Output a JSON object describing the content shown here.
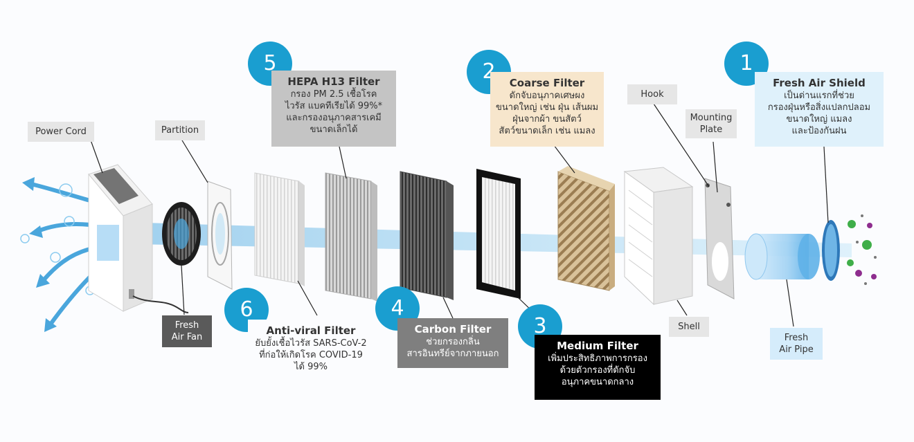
{
  "parts": {
    "power_cord": "Power Cord",
    "partition": "Partition",
    "hook": "Hook",
    "mounting_plate": [
      "Mounting",
      "Plate"
    ],
    "shell": "Shell",
    "fresh_air_fan": [
      "Fresh",
      "Air Fan"
    ],
    "fresh_air_pipe": [
      "Fresh",
      "Air Pipe"
    ]
  },
  "filters": [
    {
      "number": "1",
      "title": "Fresh Air Shield",
      "lines": [
        "เป็นด่านแรกที่ช่วย",
        "กรองฝุ่นหรือสิ่งแปลกปลอม",
        "ขนาดใหญ่ แมลง",
        "และป้องกันฝน"
      ]
    },
    {
      "number": "2",
      "title": "Coarse Filter",
      "lines": [
        "ดักจับอนุภาคเศษผง",
        "ขนาดใหญ่ เช่น ฝุ่น เส้นผม",
        "ฝุ่นจากผ้า ขนสัตว์",
        "สัตว์ขนาดเล็ก เช่น แมลง"
      ]
    },
    {
      "number": "3",
      "title": "Medium Filter",
      "lines": [
        "เพิ่มประสิทธิภาพการกรอง",
        "ด้วยตัวกรองที่ดักจับ",
        "อนุภาคขนาดกลาง"
      ]
    },
    {
      "number": "4",
      "title": "Carbon Filter",
      "lines": [
        "ช่วยกรองกลิ่น",
        "สารอินทรีย์จากภายนอก"
      ]
    },
    {
      "number": "5",
      "title": "HEPA H13 Filter",
      "lines": [
        "กรอง PM 2.5 เชื้อโรค",
        "ไวรัส แบคทีเรียได้ 99%*",
        "และกรองอนุภาคสารเคมี",
        "ขนาดเล็กได้"
      ]
    },
    {
      "number": "6",
      "title": "Anti-viral Filter",
      "lines": [
        "ยับยั้งเชื้อไวรัส SARS-CoV-2",
        "ที่ก่อให้เกิดโรค COVID-19",
        "ได้ 99%"
      ]
    }
  ],
  "colors": {
    "badge": "#1a9ed0",
    "shield_box": "#dff1fb",
    "coarse_box": "#f7e6cc",
    "medium_box": "#000000",
    "carbon_box": "#7f7f7f",
    "hepa_box": "#c4c4c4",
    "air_flow": "#7cc4ea"
  }
}
